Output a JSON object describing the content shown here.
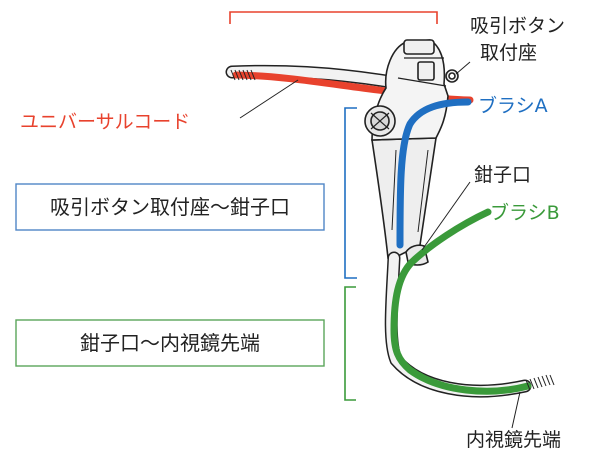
{
  "labels": {
    "suction_button_mount": [
      "吸引ボタン",
      "取付座"
    ],
    "universal_cord": "ユニバーサルコード",
    "brush_a": "ブラシA",
    "forceps_port": "鉗子口",
    "brush_b": "ブラシB",
    "endoscope_tip": "内視鏡先端"
  },
  "legend": {
    "range_a": "吸引ボタン取付座〜鉗子口",
    "range_b": "鉗子口〜内視鏡先端"
  },
  "colors": {
    "red": "#e8422d",
    "blue": "#1f6fc2",
    "green": "#3a9a3a",
    "line": "#222222",
    "body_fill": "#eeeeee",
    "legend_border_blue": "#4f86c6",
    "legend_border_green": "#5aa55a"
  }
}
